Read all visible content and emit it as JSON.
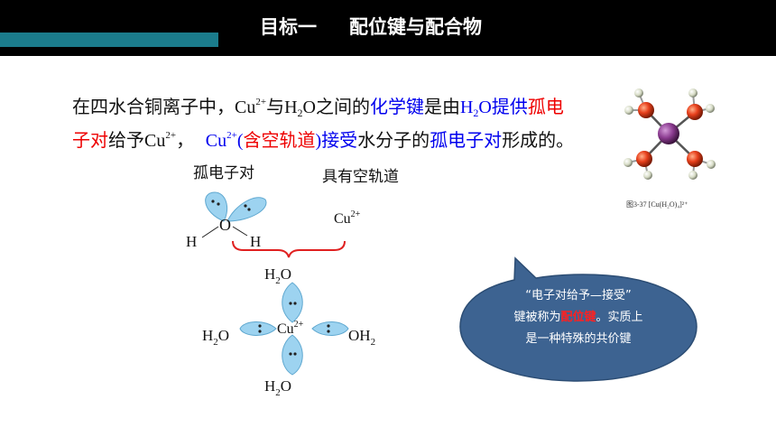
{
  "header": {
    "title_part1": "目标一",
    "title_part2": "配位键与配合物"
  },
  "paragraph": {
    "t1": "在四水合铜离子中，",
    "cu": "Cu",
    "cu_charge": "2+",
    "t2": "与",
    "h": "H",
    "h_sub": "2",
    "o": "O",
    "t3": "之间的",
    "chem_bond": "化学键",
    "t4": "是由",
    "h2": "H",
    "h2_sub": "2",
    "o2": "O",
    "provide": "提供",
    "lone_pair_a": "孤电",
    "lone_pair_b": "子对",
    "give_to": "给予",
    "cu2": "Cu",
    "cu2_charge": "2+",
    "comma": "，",
    "cu3": "Cu",
    "cu3_charge": "2+",
    "paren_open": "(",
    "empty_orbital": "含空轨道",
    "paren_close": ")",
    "accept": "接受",
    "water_mol": "水分子的",
    "lone_pair2": "孤电子对",
    "formed": "形成的。"
  },
  "diagram": {
    "lone_pair_label": "孤电子对",
    "orbital_label": "具有空轨道",
    "water_O": "O",
    "water_H1": "H",
    "water_H2": "H",
    "cu_ion": "Cu",
    "cu_ion_charge": "2+",
    "complex_center": "Cu",
    "complex_center_charge": "2+",
    "ligand_top_a": "H",
    "ligand_top_b": "2",
    "ligand_top_c": "O",
    "ligand_left_a": "H",
    "ligand_left_b": "2",
    "ligand_left_c": "O",
    "ligand_right_a": "OH",
    "ligand_right_b": "2",
    "ligand_bottom_a": "H",
    "ligand_bottom_b": "2",
    "ligand_bottom_c": "O"
  },
  "figure": {
    "caption": "图3-37   [Cu(H₂O)₄]²⁺"
  },
  "callout": {
    "line1": "“电子对给予—接受”",
    "line2_a": "键被称为",
    "line2_hl": "配位键",
    "line2_b": "。实质上",
    "line3": "是一种特殊的共价键"
  },
  "colors": {
    "header_bg": "#000000",
    "header_stripe": "#1b7c8c",
    "emphasis_blue": "#0000ee",
    "emphasis_red": "#ee0000",
    "bubble": "#3d6391",
    "lobe": "#9dd3f0"
  }
}
